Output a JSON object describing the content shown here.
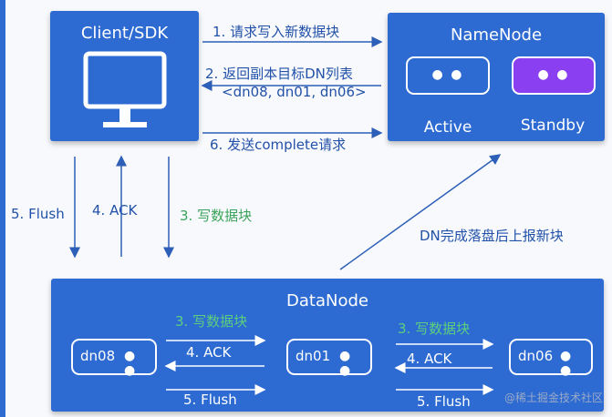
{
  "client": {
    "title": "Client/SDK"
  },
  "namenode": {
    "title": "NameNode",
    "active_label": "Active",
    "standby_label": "Standby"
  },
  "datanode": {
    "title": "DataNode",
    "nodes": [
      "dn08",
      "dn01",
      "dn06"
    ]
  },
  "steps": {
    "s1": "1. 请求写入新数据块",
    "s2": "2. 返回副本目标DN列表",
    "s2b": "<dn08, dn01, dn06>",
    "s6": "6. 发送complete请求",
    "flush": "5. Flush",
    "ack": "4. ACK",
    "write": "3. 写数据块",
    "report": "DN完成落盘后上报新块"
  },
  "dots": "● ●",
  "watermark": "@稀土掘金技术社区",
  "colors": {
    "box": "#2d6bd2",
    "standby": "#8a3ff0",
    "step_text": "#2251a8",
    "write_text": "#3aa35b"
  }
}
